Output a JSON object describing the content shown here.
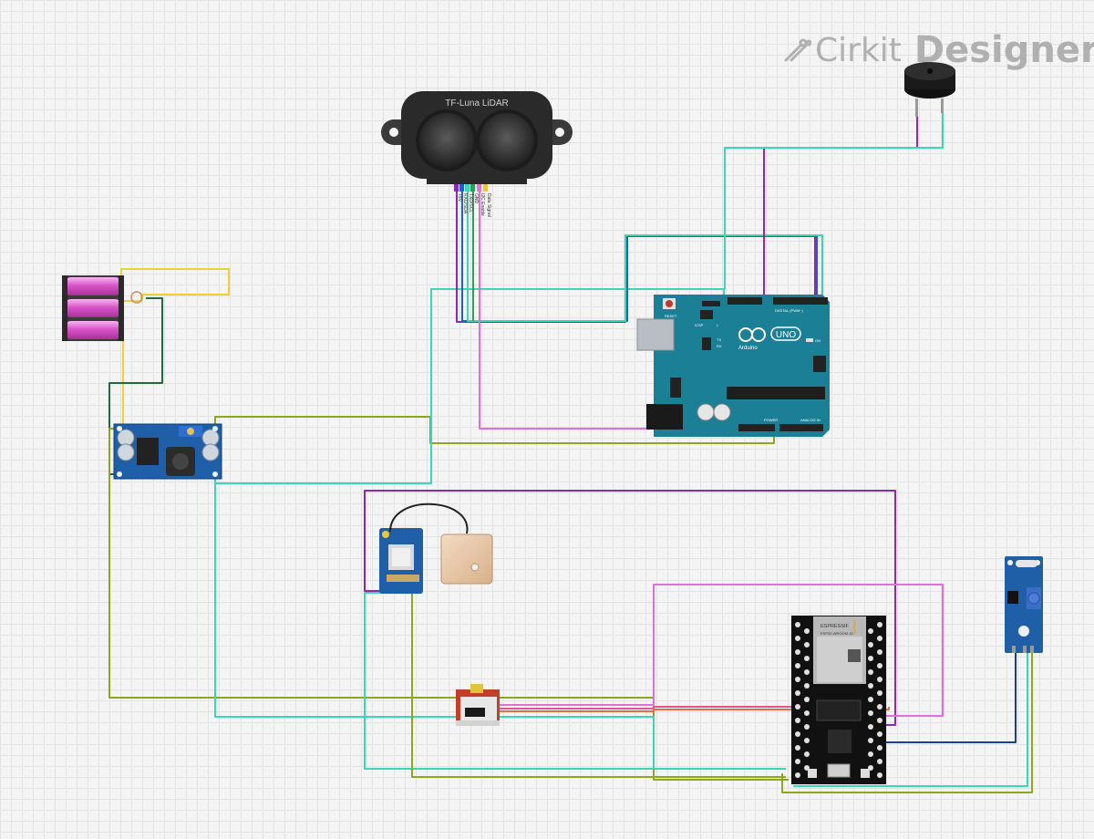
{
  "brand": {
    "name_part1": "Cirkit",
    "name_part2": "Designer"
  },
  "lidar": {
    "title": "TF-Luna LiDAR",
    "pins": [
      "+5V",
      "RXD/SDA",
      "TXD/SCL",
      "GND",
      "I2C Enable",
      "Data Signal"
    ]
  },
  "arduino": {
    "brand": "Arduino",
    "model": "UNO",
    "reset_label": "RESET",
    "icsp_label": "ICSP",
    "on_label": "ON",
    "tx_label": "TX",
    "rx_label": "RX",
    "l_label": "L",
    "digital_label": "DIGITAL (PWM~)",
    "analog_label": "ANALOG IN",
    "power_label": "POWER"
  },
  "esp32": {
    "brand": "ESPRESSIF",
    "module": "ESP32-WROOM-32"
  },
  "colors": {
    "purple": "#8e2aa8",
    "blue": "#1e5fc8",
    "teal": "#3dd6b4",
    "green": "#2e9e5a",
    "pink": "#e070d8",
    "olive": "#8aa81a",
    "yellow": "#f2cf36",
    "dkgreen": "#1e6b3e",
    "magenta": "#e0559a",
    "navy": "#1e3e8e",
    "orange": "#e07040"
  }
}
